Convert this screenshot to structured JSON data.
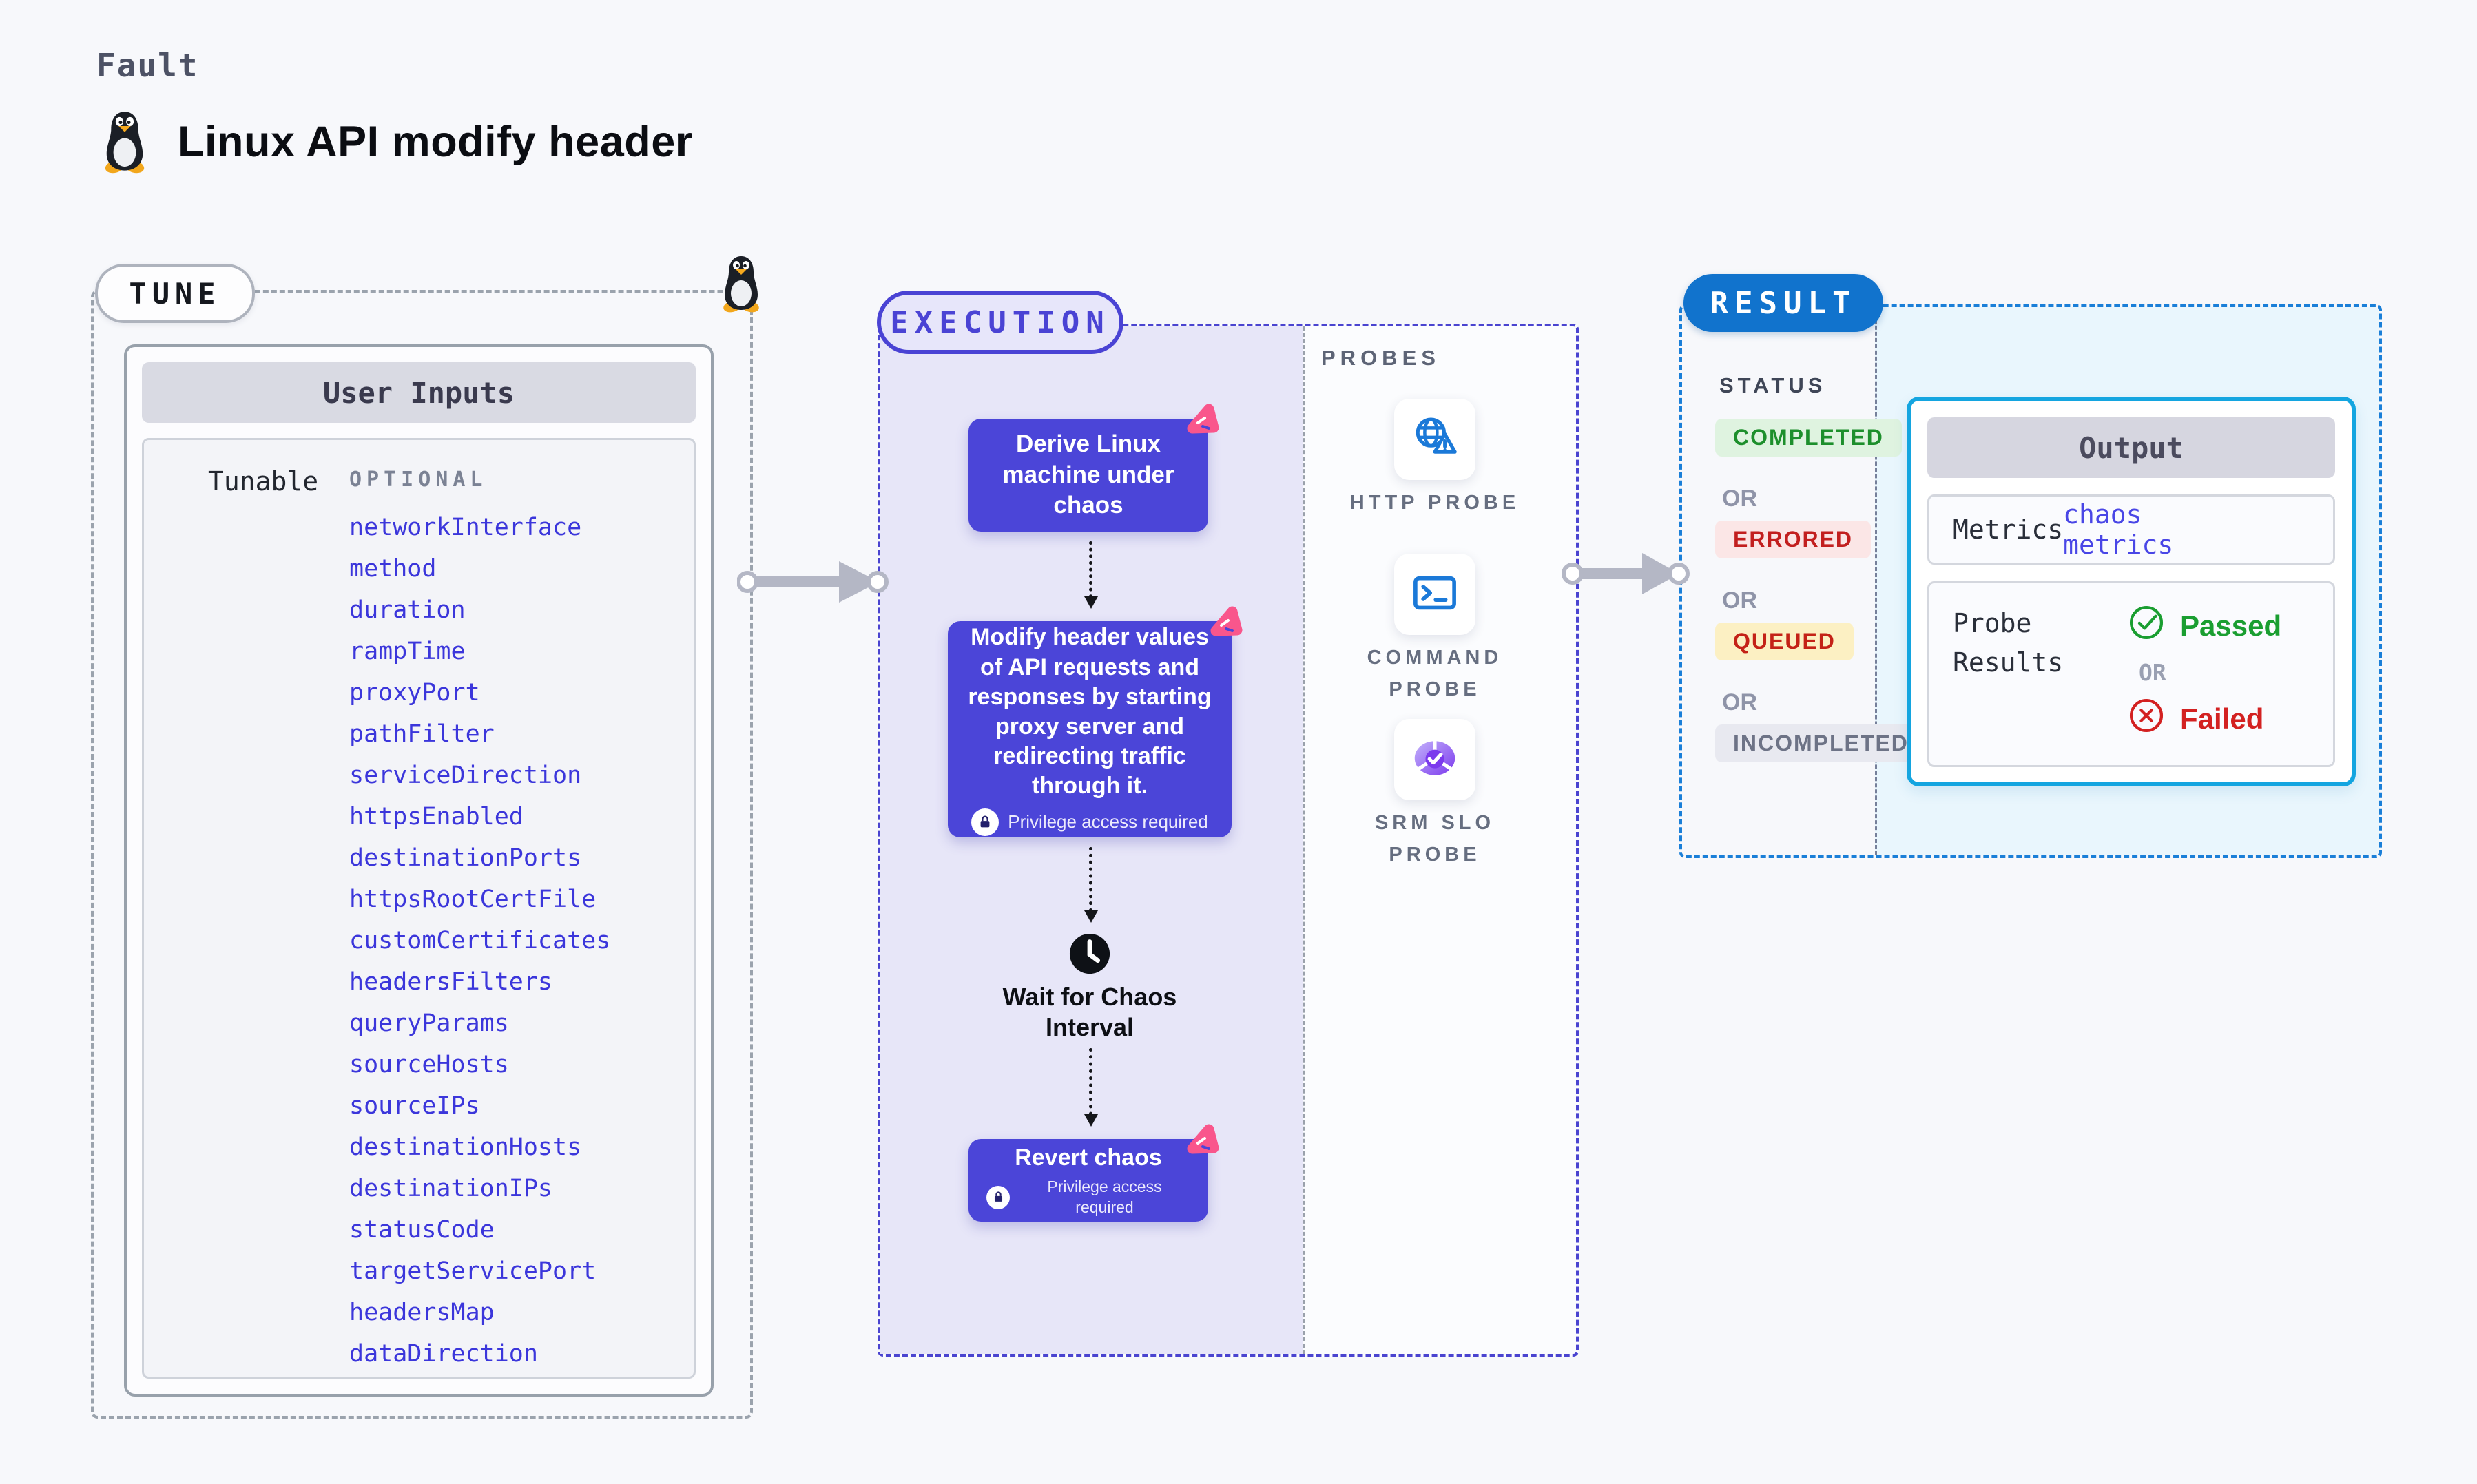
{
  "page": {
    "kicker": "Fault",
    "title": "Linux API modify header"
  },
  "tune": {
    "badge": "TUNE",
    "table_title": "User Inputs",
    "row_label": "Tunable",
    "column_label": "OPTIONAL",
    "params": [
      "networkInterface",
      "method",
      "duration",
      "rampTime",
      "proxyPort",
      "pathFilter",
      "serviceDirection",
      "httpsEnabled",
      "destinationPorts",
      "httpsRootCertFile",
      "customCertificates",
      "headersFilters",
      "queryParams",
      "sourceHosts",
      "sourceIPs",
      "destinationHosts",
      "destinationIPs",
      "statusCode",
      "targetServicePort",
      "headersMap",
      "dataDirection"
    ]
  },
  "execution": {
    "badge": "EXECUTION",
    "privilege_label": "Privilege access required",
    "steps": {
      "derive": "Derive Linux machine under chaos",
      "modify": "Modify header values of API requests and responses by starting proxy server and redirecting traffic through it.",
      "wait": "Wait for Chaos Interval",
      "revert": "Revert chaos"
    }
  },
  "probes": {
    "label": "PROBES",
    "items": [
      {
        "name": "HTTP PROBE",
        "icon": "globe-warning-icon"
      },
      {
        "name": "COMMAND PROBE",
        "icon": "terminal-icon"
      },
      {
        "name": "SRM SLO PROBE",
        "icon": "slo-donut-icon"
      }
    ]
  },
  "result": {
    "badge": "RESULT",
    "status_label": "STATUS",
    "or": "OR",
    "statuses": [
      {
        "label": "COMPLETED",
        "fg": "#1d8f2c",
        "bg": "#dff3e0"
      },
      {
        "label": "ERRORED",
        "fg": "#c21f1f",
        "bg": "#fbe6e6"
      },
      {
        "label": "QUEUED",
        "fg": "#c42217",
        "bg": "#fcf0c3"
      },
      {
        "label": "INCOMPLETED",
        "fg": "#6d7386",
        "bg": "#e8e9f0"
      }
    ],
    "output": {
      "title": "Output",
      "metrics_label": "Metrics",
      "metrics_value": "chaos metrics",
      "probe_results_label": "Probe Results",
      "passed_label": "Passed",
      "failed_label": "Failed"
    }
  },
  "colors": {
    "accent_indigo": "#4b45d8",
    "execution_panel": "#e7e6f8",
    "param_blue": "#3b36db",
    "probe_blue": "#1b79d8",
    "result_blue": "#1173cd",
    "output_border": "#14a5e0",
    "passed_green": "#1a9e31",
    "failed_red": "#d32121",
    "chaos_pink": "#f9568c"
  }
}
